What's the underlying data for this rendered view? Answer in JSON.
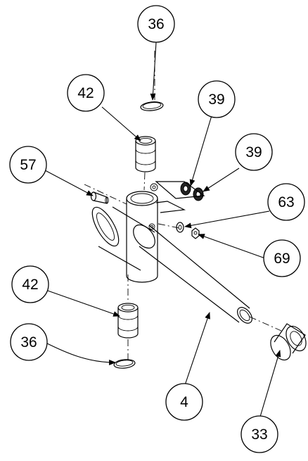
{
  "callouts": [
    {
      "id": "c36a",
      "label": "36"
    },
    {
      "id": "c42a",
      "label": "42"
    },
    {
      "id": "c39a",
      "label": "39"
    },
    {
      "id": "c39b",
      "label": "39"
    },
    {
      "id": "c57",
      "label": "57"
    },
    {
      "id": "c63",
      "label": "63"
    },
    {
      "id": "c69",
      "label": "69"
    },
    {
      "id": "c42b",
      "label": "42"
    },
    {
      "id": "c36b",
      "label": "36"
    },
    {
      "id": "c4",
      "label": "4"
    },
    {
      "id": "c33",
      "label": "33"
    }
  ],
  "colors": {
    "line": "#000000",
    "background": "#ffffff"
  }
}
